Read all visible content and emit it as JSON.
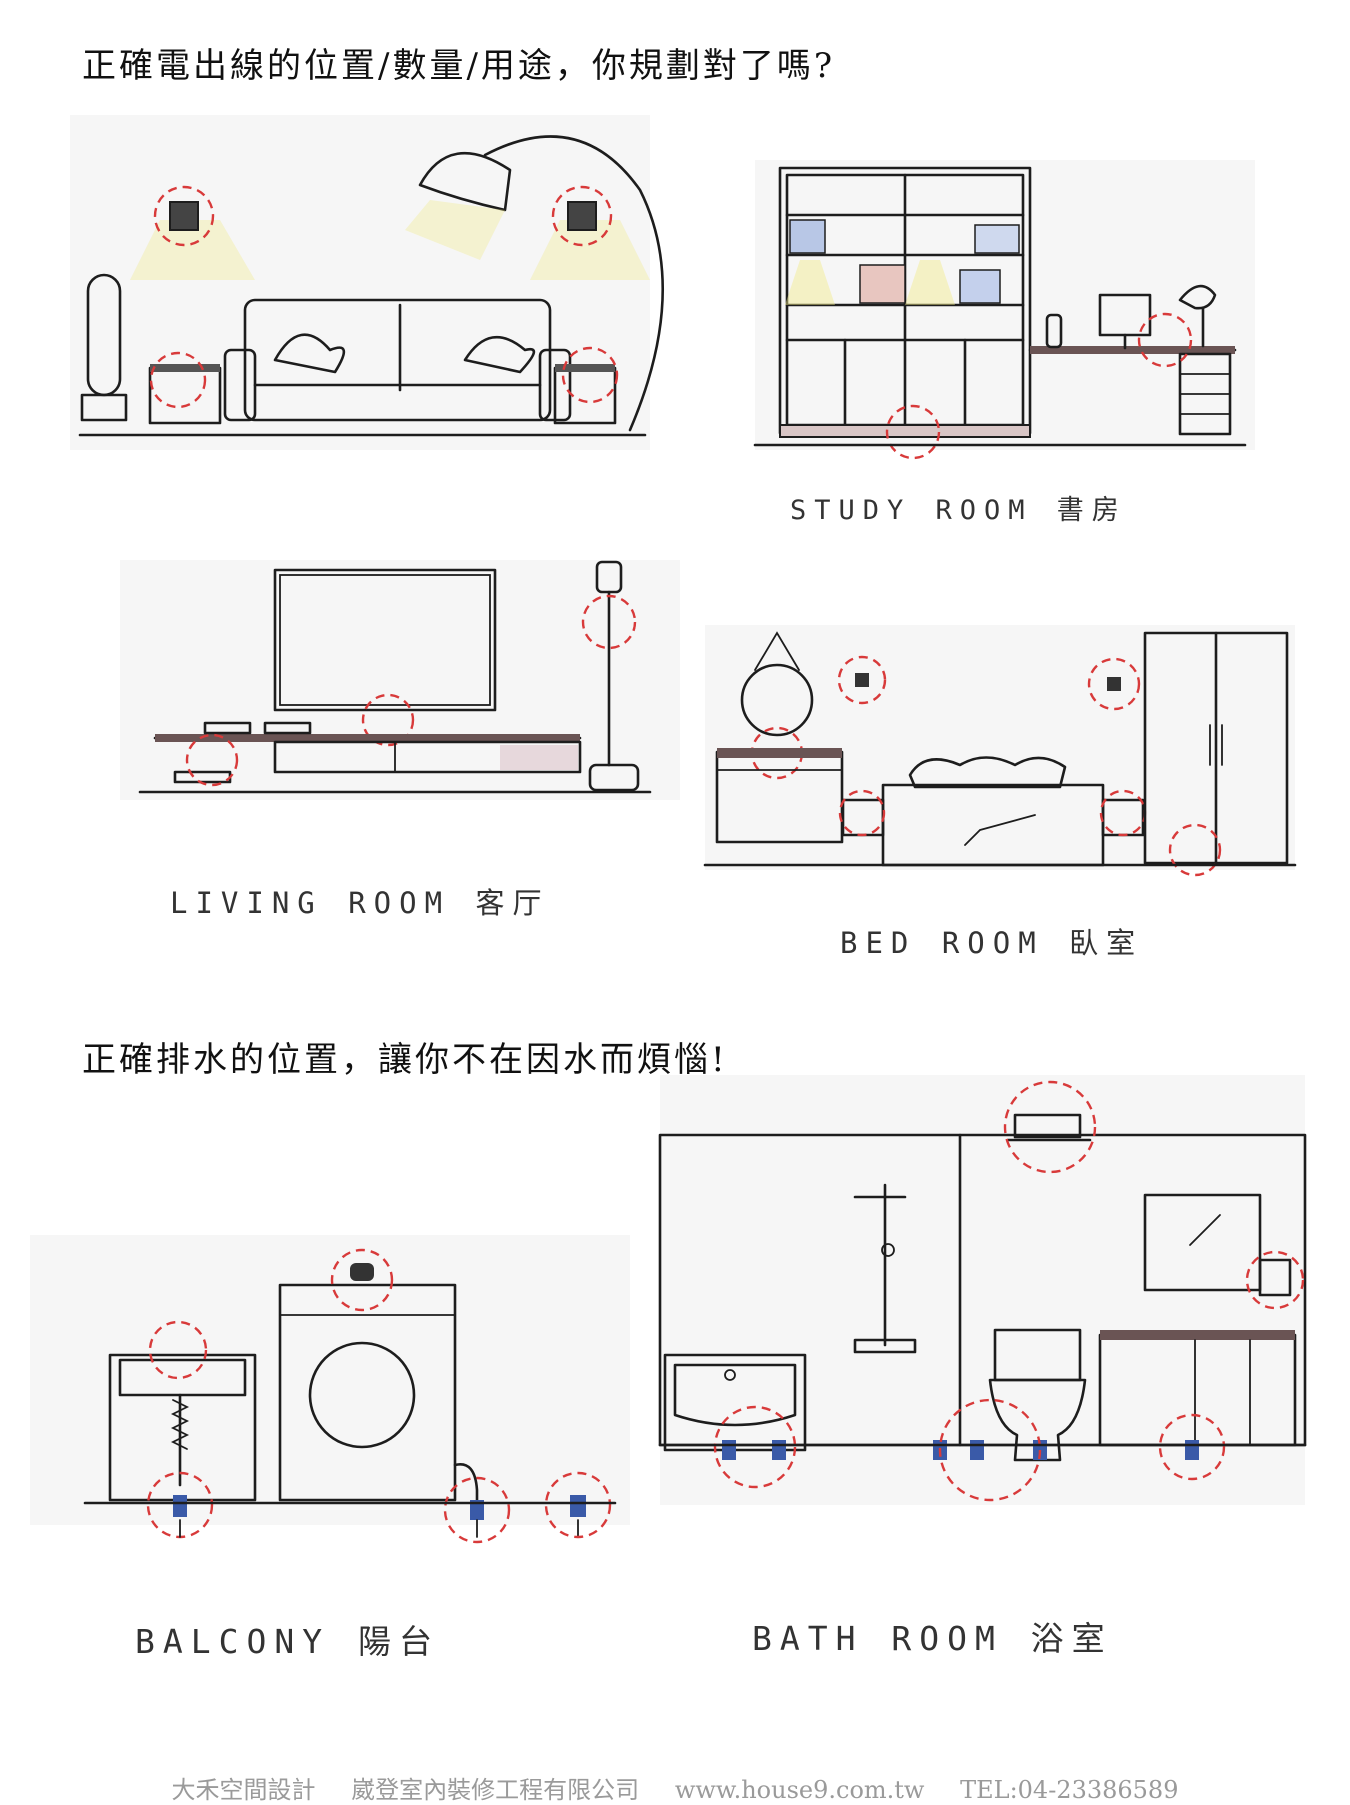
{
  "headings": {
    "electrical": "正確電出線的位置/數量/用途，你規劃對了嗎?",
    "drainage": "正確排水的位置，讓你不在因水而煩惱!"
  },
  "rooms": {
    "study": "STUDY ROOM 書房",
    "living": "LIVING ROOM 客厅",
    "bedroom": "BED ROOM 臥室",
    "balcony": "BALCONY 陽台",
    "bathroom": "BATH ROOM 浴室"
  },
  "footer": {
    "company": "大禾空間設計",
    "contractor": "崴登室內裝修工程有限公司",
    "website": "www.house9.com.tw",
    "phone": "TEL:04-23386589"
  },
  "colors": {
    "marker": "#d83a3a",
    "line": "#1d1d1d",
    "sofa": "#f3dfc0",
    "wood": "#c9aaa6",
    "pipe": "#3a5aa8",
    "light": "#f2ea8a"
  }
}
